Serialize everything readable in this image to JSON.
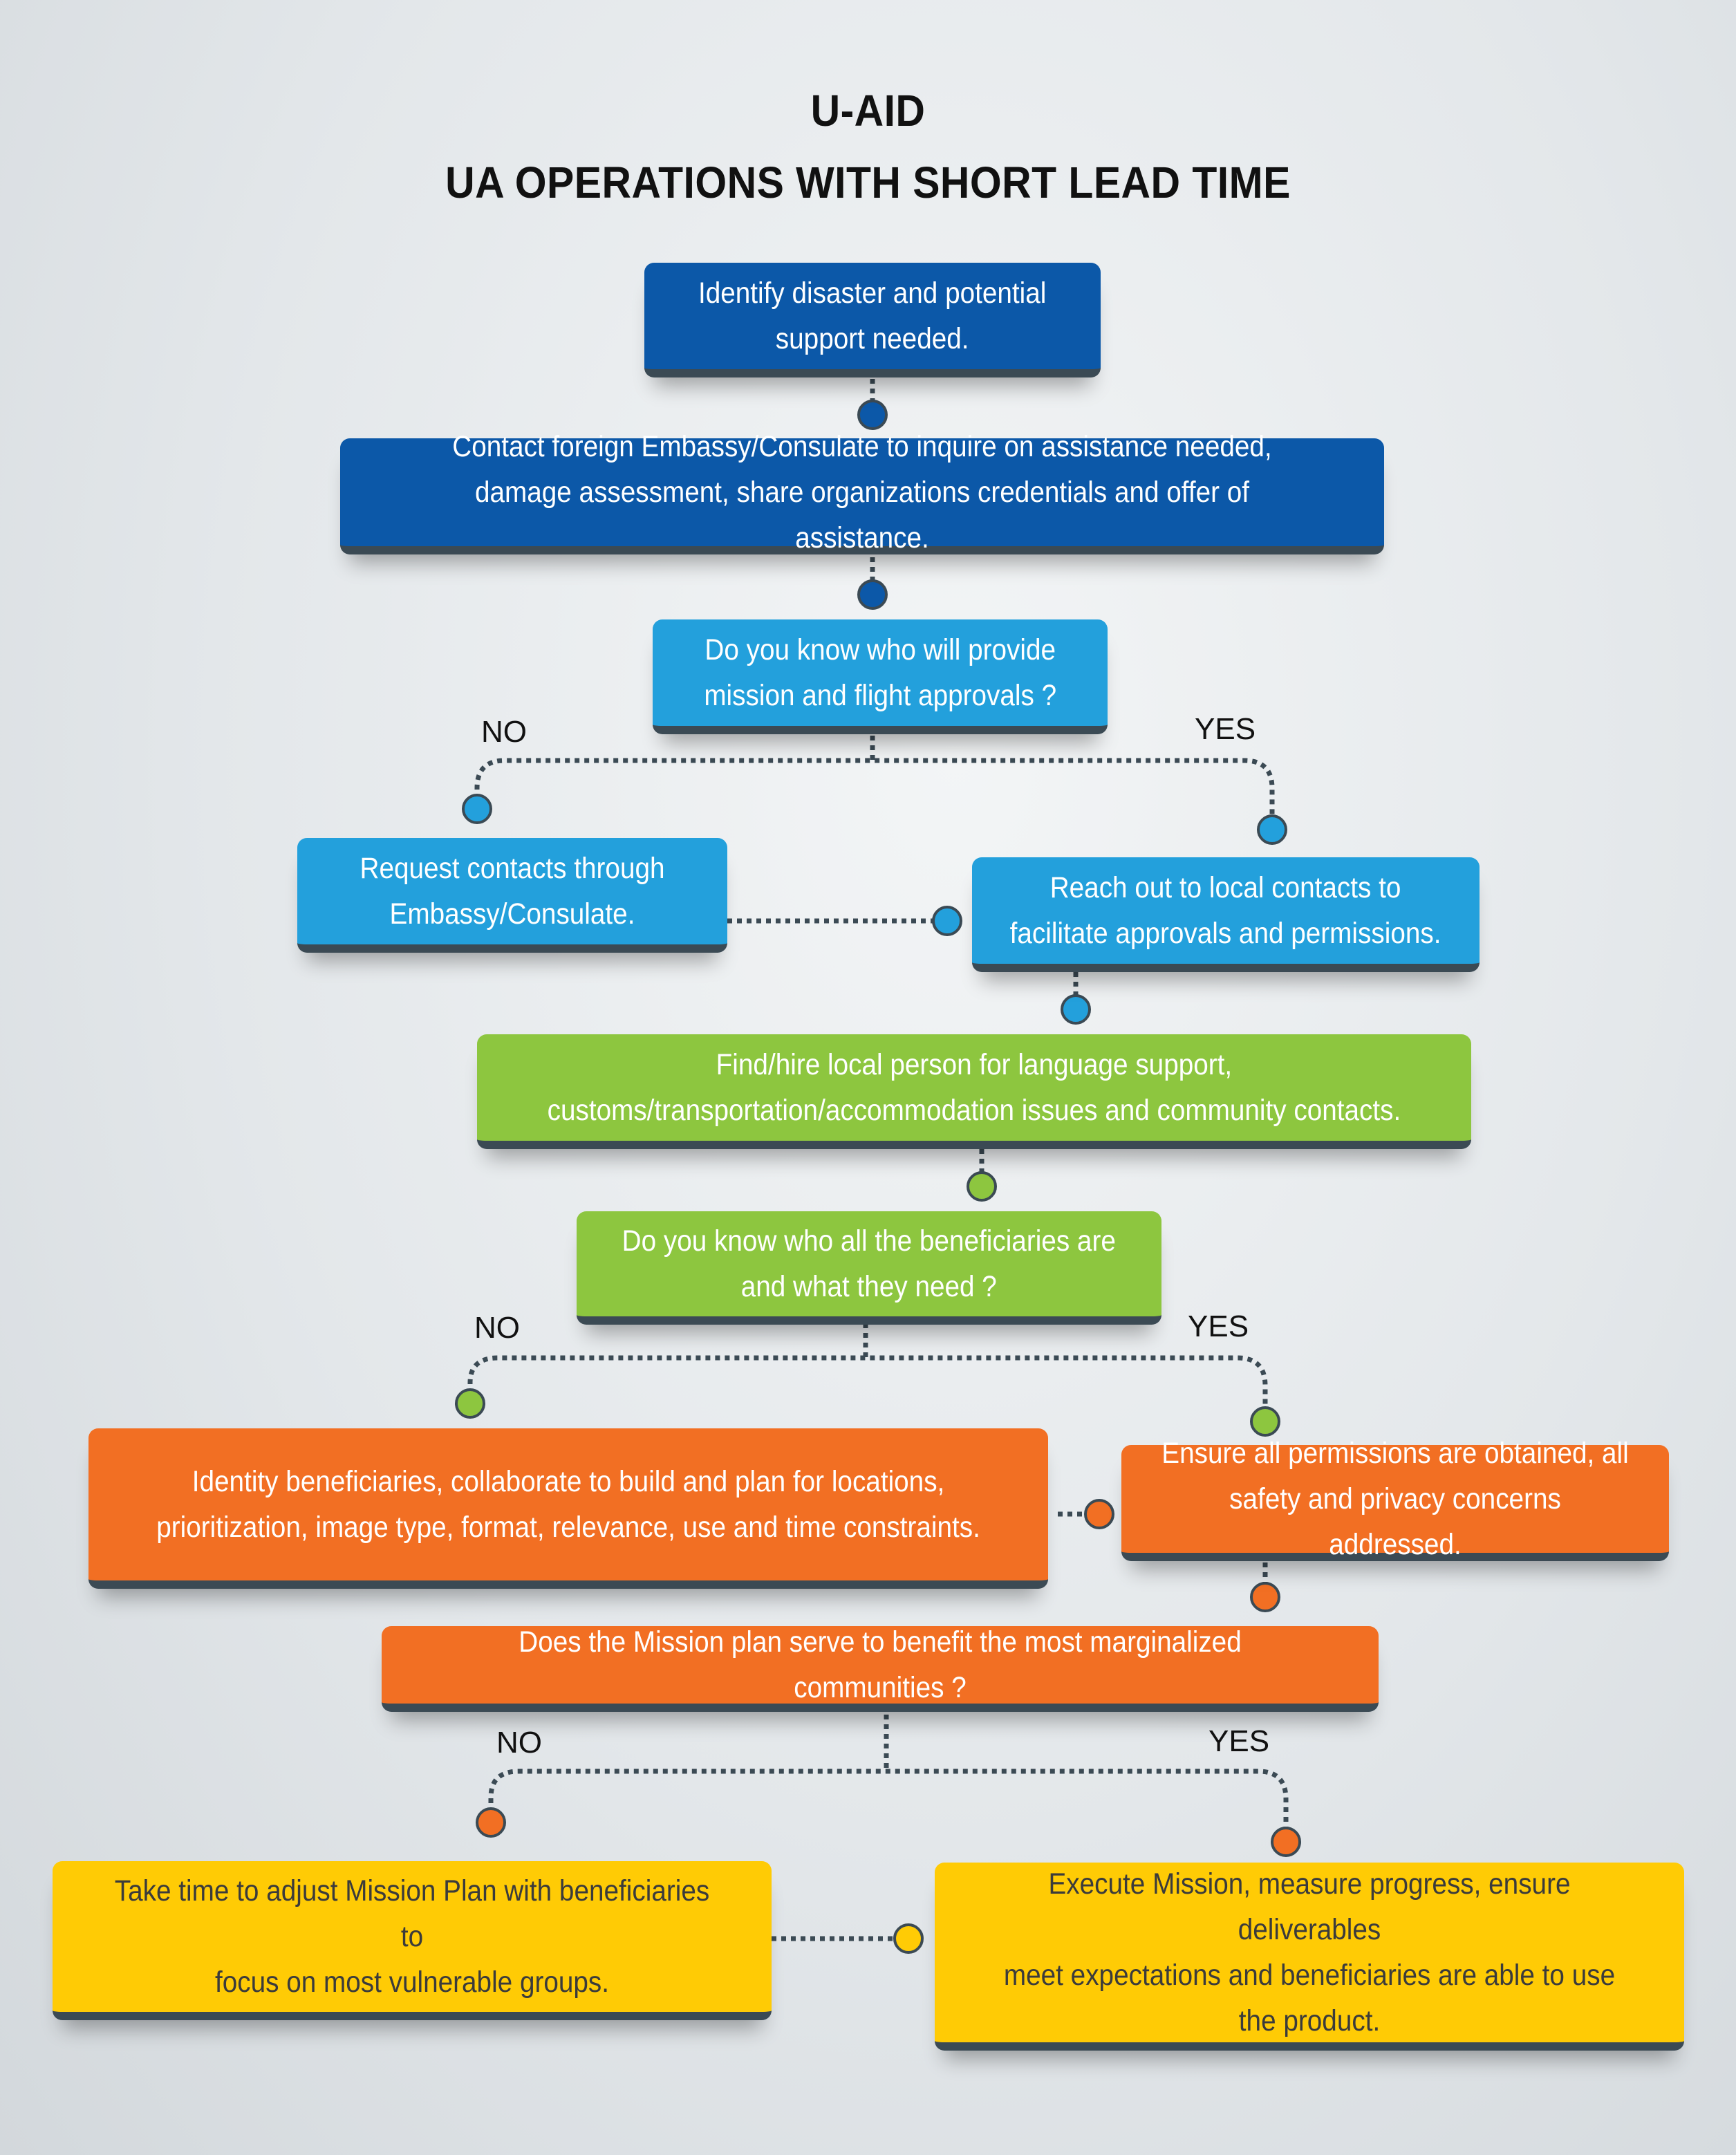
{
  "title": {
    "line1": "U-AID",
    "line2": "UA OPERATIONS WITH SHORT LEAD TIME"
  },
  "steps": {
    "identify": "Identify disaster and potential\nsupport needed.",
    "contact_embassy": "Contact foreign Embassy/Consulate to inquire on assistance needed,\ndamage assessment, share organizations credentials and offer of assistance.",
    "q_approvals": "Do you know who will provide\nmission and flight approvals ?",
    "request_contacts": "Request contacts through\nEmbassy/Consulate.",
    "reach_out": "Reach out to local contacts to\nfacilitate approvals and permissions.",
    "hire_local": "Find/hire local person for language support,\ncustoms/transportation/accommodation issues and community contacts.",
    "q_beneficiaries": "Do you know who all the beneficiaries are\nand what they need ?",
    "identify_beneficiaries": "Identity beneficiaries, collaborate to build and plan for locations,\nprioritization, image type, format, relevance, use and time constraints.",
    "ensure_permissions": "Ensure all permissions are obtained, all\nsafety and privacy concerns addressed.",
    "q_marginalized": "Does the Mission plan serve to benefit the most marginalized communities ?",
    "adjust_plan": "Take time to adjust Mission Plan with beneficiaries to\nfocus on most vulnerable groups.",
    "execute": "Execute Mission, measure progress, ensure deliverables\nmeet expectations and beneficiaries are able to use\nthe product."
  },
  "branch_labels": {
    "no": "NO",
    "yes": "YES"
  },
  "colors": {
    "dark_blue": "#0c58a8",
    "light_blue": "#23a0dc",
    "green": "#8dc63f",
    "orange": "#f26f23",
    "yellow": "#ffcb05",
    "connector": "#3b4a54"
  }
}
